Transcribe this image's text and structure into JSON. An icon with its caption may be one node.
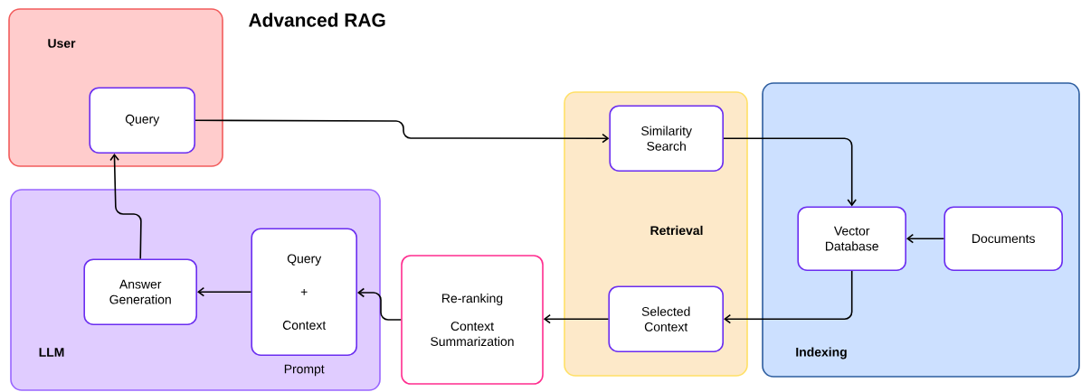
{
  "diagram": {
    "title": "Advanced RAG",
    "nodes": [
      {
        "text": [
          "User"
        ]
      },
      {
        "text": [
          "Query"
        ],
        "in": 0
      },
      {
        "text": [
          "LLM"
        ]
      },
      {
        "text": [
          "Answer Generation"
        ],
        "in": 2
      },
      {
        "text": [
          "Query",
          "+",
          "Context"
        ],
        "beside": [
          "Prompt"
        ],
        "in": 2
      },
      {
        "text": [
          "Re-ranking",
          "Context Summarization"
        ]
      },
      {
        "text": [
          "Retrieval"
        ]
      },
      {
        "text": [
          "Similarity Search"
        ],
        "in": 6
      },
      {
        "text": [
          "Selected Context"
        ],
        "in": 6
      },
      {
        "text": [
          "Indexing"
        ]
      },
      {
        "text": [
          "Vector Database"
        ],
        "in": 9
      },
      {
        "text": [
          "Documents"
        ],
        "in": 9
      }
    ],
    "edges": [
      {
        "from": 1,
        "to": 7,
        "arrow": "to"
      },
      {
        "from": 7,
        "to": 10,
        "arrow": "to"
      },
      {
        "from": 11,
        "to": 10,
        "arrow": "to"
      },
      {
        "from": 10,
        "to": 8,
        "arrow": "to"
      },
      {
        "from": 8,
        "to": 5,
        "arrow": "to"
      },
      {
        "from": 5,
        "to": 4,
        "arrow": "to"
      },
      {
        "from": 4,
        "to": 3,
        "arrow": "to"
      },
      {
        "from": 3,
        "to": 1,
        "arrow": "to"
      }
    ]
  }
}
